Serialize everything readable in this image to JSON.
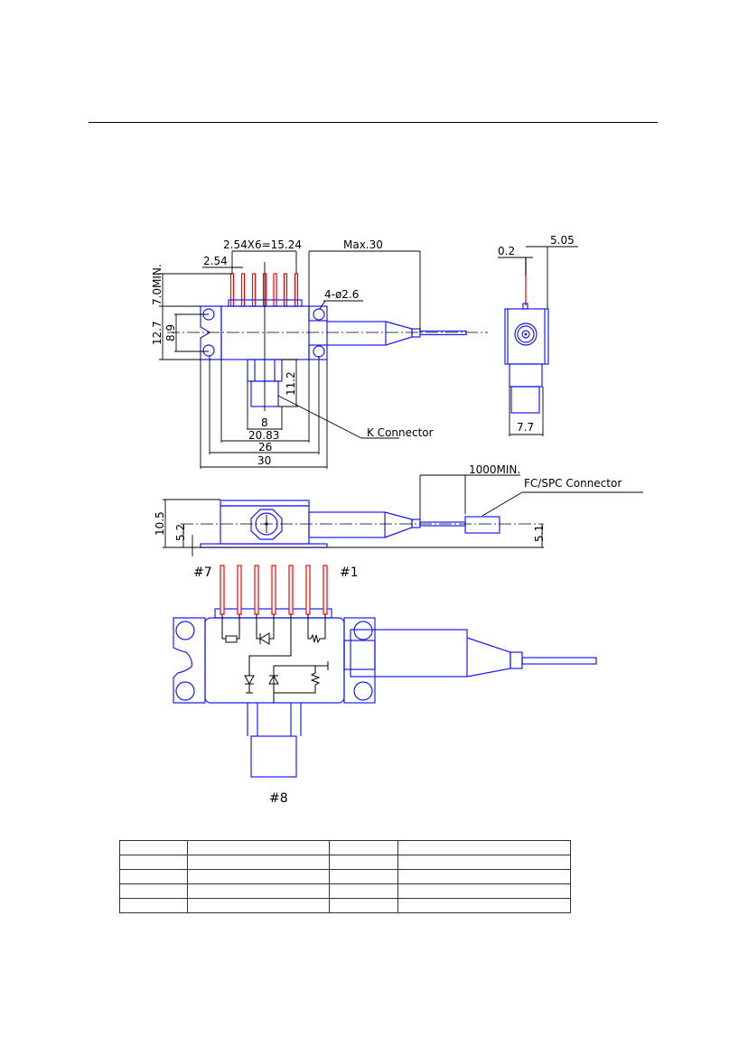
{
  "top_view": {
    "pitch_total": "2.54X6=15.24",
    "pitch": "2.54",
    "max_length": "Max.30",
    "pin_length": "7.0MIN.",
    "height": "12.7",
    "hole_spacing": "8.9",
    "holes": "4-ø2.6",
    "connector_depth": "11.2",
    "connector_width": "8",
    "body_width": "20.83",
    "hole_pitch": "26",
    "total_width": "30",
    "connector_label": "K Connector"
  },
  "end_view": {
    "pin_offset": "0.2",
    "pin_position": "5.05",
    "width": "7.7"
  },
  "side_view": {
    "height": "10.5",
    "axis_height": "5.2",
    "fiber_height": "5.1",
    "fiber_length": "1000MIN.",
    "fiber_connector_label": "FC/SPC Connector"
  },
  "pinout": {
    "pin7": "#7",
    "pin1": "#1",
    "pin8": "#8"
  },
  "colors": {
    "outline": "#1a1aff",
    "pins": "#ff0000"
  }
}
